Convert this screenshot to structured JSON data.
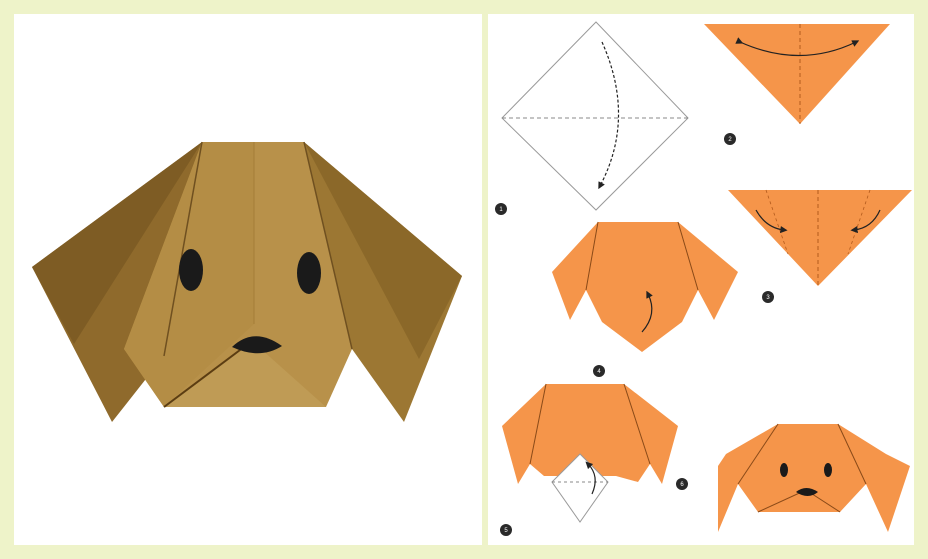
{
  "title": "",
  "colors": {
    "background_border": "#eef3c9",
    "finished_paper": "#b48d45",
    "diagram_paper": "#f5954a",
    "fold_line": "#7a4a20",
    "eye_color": "#1a1a1a",
    "step_badge": "#2a2a2a"
  },
  "steps": [
    {
      "number": "1",
      "label": ""
    },
    {
      "number": "2",
      "label": ""
    },
    {
      "number": "3",
      "label": ""
    },
    {
      "number": "4",
      "label": ""
    },
    {
      "number": "5",
      "label": ""
    },
    {
      "number": "6",
      "label": ""
    }
  ]
}
